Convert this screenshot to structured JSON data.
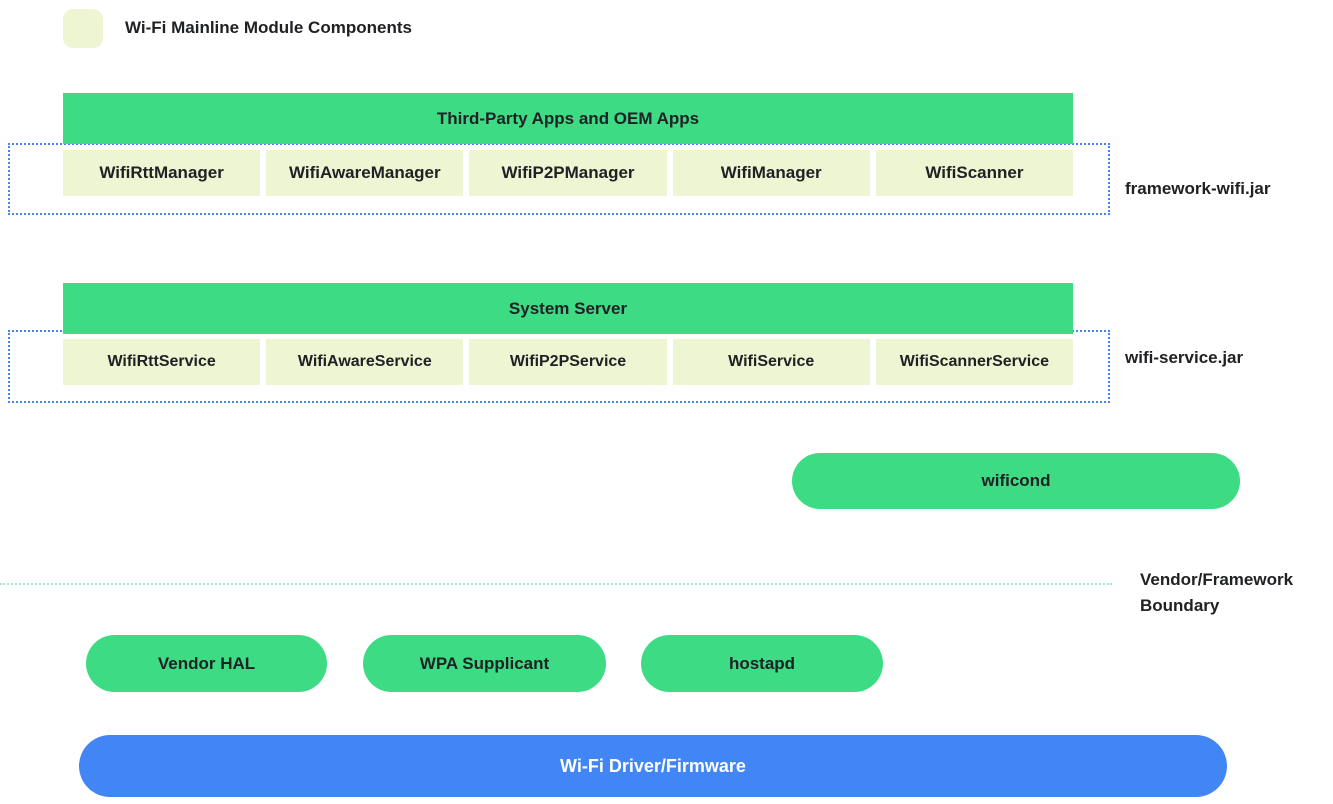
{
  "legend": {
    "label": "Wi-Fi Mainline Module Components",
    "swatch_color": "#eef5d2"
  },
  "groups": {
    "framework": {
      "header": "Third-Party Apps and OEM Apps",
      "items": [
        "WifiRttManager",
        "WifiAwareManager",
        "WifiP2PManager",
        "WifiManager",
        "WifiScanner"
      ],
      "jar_label": "framework-wifi.jar"
    },
    "service": {
      "header": "System Server",
      "items": [
        "WifiRttService",
        "WifiAwareService",
        "WifiP2PService",
        "WifiService",
        "WifiScannerService"
      ],
      "jar_label": "wifi-service.jar"
    }
  },
  "wificond_label": "wificond",
  "boundary": {
    "line1": "Vendor/Framework",
    "line2": "Boundary"
  },
  "vendor_components": [
    "Vendor HAL",
    "WPA Supplicant",
    "hostapd"
  ],
  "driver_label": "Wi-Fi Driver/Firmware",
  "colors": {
    "green": "#3ddc84",
    "pale_box": "#eef5d2",
    "driver_blue": "#4285f4",
    "dotted_border_blue": "#4285f4",
    "boundary_dotted_green": "#a5e8c3",
    "text": "#202124",
    "driver_text": "#ffffff"
  }
}
